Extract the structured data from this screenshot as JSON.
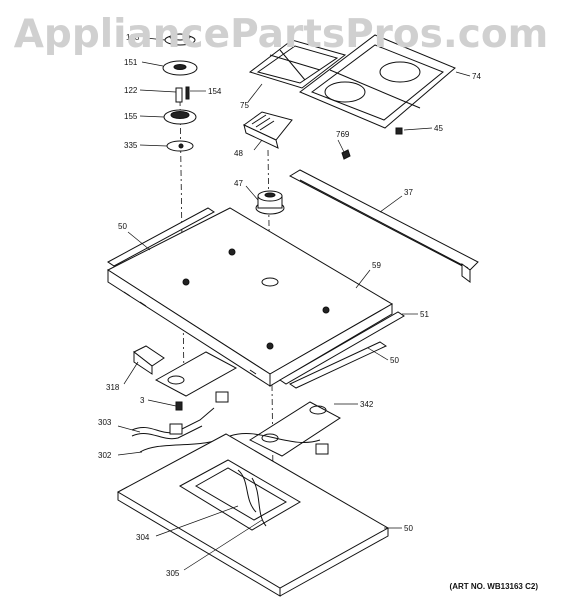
{
  "watermark": "AppliancePartsPros.com",
  "art_number": "(ART NO. WB13163 C2)",
  "callouts": [
    {
      "id": "128",
      "label": "128"
    },
    {
      "id": "151",
      "label": "151"
    },
    {
      "id": "122",
      "label": "122"
    },
    {
      "id": "154",
      "label": "154"
    },
    {
      "id": "155",
      "label": "155"
    },
    {
      "id": "335",
      "label": "335"
    },
    {
      "id": "75",
      "label": "75"
    },
    {
      "id": "74",
      "label": "74"
    },
    {
      "id": "45",
      "label": "45"
    },
    {
      "id": "769",
      "label": "769"
    },
    {
      "id": "48",
      "label": "48"
    },
    {
      "id": "47",
      "label": "47"
    },
    {
      "id": "37",
      "label": "37"
    },
    {
      "id": "50a",
      "label": "50"
    },
    {
      "id": "59",
      "label": "59"
    },
    {
      "id": "51",
      "label": "51"
    },
    {
      "id": "50b",
      "label": "50"
    },
    {
      "id": "318",
      "label": "318"
    },
    {
      "id": "3",
      "label": "3"
    },
    {
      "id": "342",
      "label": "342"
    },
    {
      "id": "303",
      "label": "303"
    },
    {
      "id": "302",
      "label": "302"
    },
    {
      "id": "50c",
      "label": "50"
    },
    {
      "id": "304",
      "label": "304"
    },
    {
      "id": "305",
      "label": "305"
    }
  ]
}
